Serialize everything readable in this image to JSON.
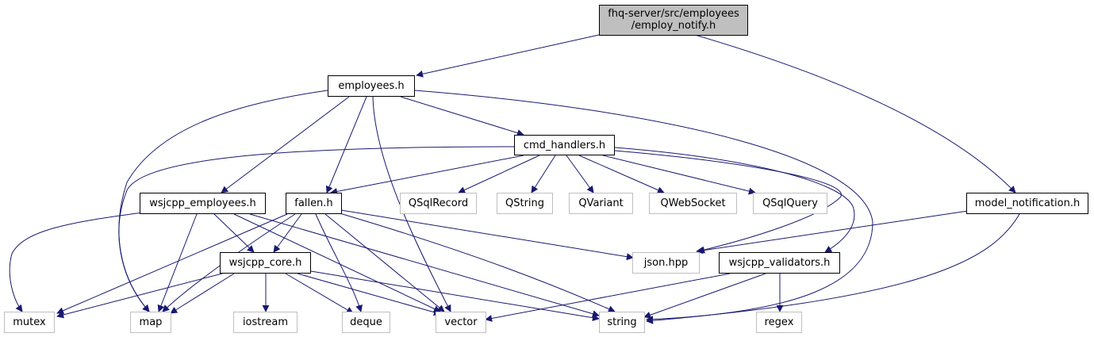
{
  "nodes": {
    "root": {
      "label_line1": "fhq-server/src/employees",
      "label_line2": "/employ_notify.h"
    },
    "employees_h": {
      "label": "employees.h"
    },
    "model_notification_h": {
      "label": "model_notification.h"
    },
    "cmd_handlers_h": {
      "label": "cmd_handlers.h"
    },
    "wsjcpp_employees_h": {
      "label": "wsjcpp_employees.h"
    },
    "fallen_h": {
      "label": "fallen.h"
    },
    "qsqlrecord": {
      "label": "QSqlRecord"
    },
    "qstring": {
      "label": "QString"
    },
    "qvariant": {
      "label": "QVariant"
    },
    "qwebsocket": {
      "label": "QWebSocket"
    },
    "qsqlquery": {
      "label": "QSqlQuery"
    },
    "wsjcpp_core_h": {
      "label": "wsjcpp_core.h"
    },
    "json_hpp": {
      "label": "json.hpp"
    },
    "wsjcpp_validators_h": {
      "label": "wsjcpp_validators.h"
    },
    "mutex": {
      "label": "mutex"
    },
    "map": {
      "label": "map"
    },
    "iostream": {
      "label": "iostream"
    },
    "deque": {
      "label": "deque"
    },
    "vector": {
      "label": "vector"
    },
    "string": {
      "label": "string"
    },
    "regex": {
      "label": "regex"
    }
  },
  "colors": {
    "edge": "#191970",
    "root_fill": "#bfbfbf",
    "external_border": "#bfbfbf"
  }
}
